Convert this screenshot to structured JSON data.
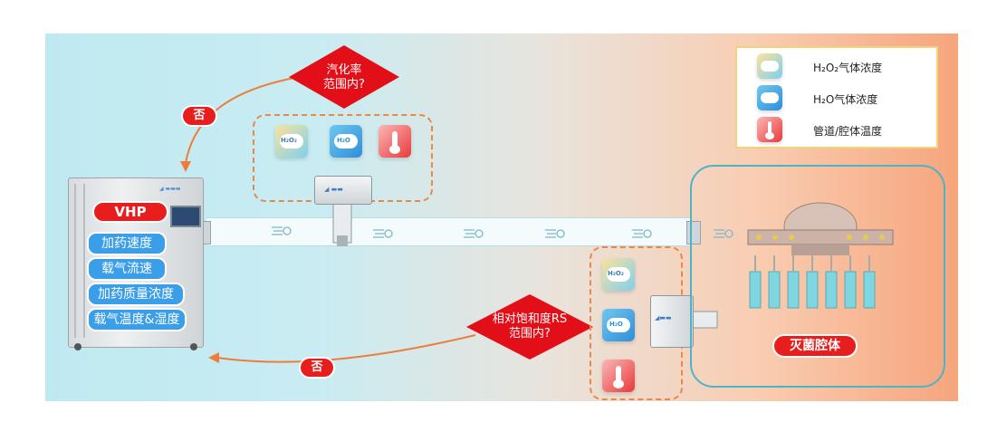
{
  "colors": {
    "accent_red": "#e81e1e",
    "pill_blue": "#3a9ee8",
    "dash_orange": "#e8894a",
    "pipe": "#f3fbfd",
    "chamber_border": "#4bb5c6"
  },
  "machine": {
    "title": "VHP",
    "params": [
      "加药速度",
      "载气流速",
      "加药质量浓度",
      "载气温度&湿度"
    ]
  },
  "decisions": {
    "top": {
      "line1": "汽化率",
      "line2": "范围内?",
      "no_label": "否"
    },
    "bottom": {
      "line1": "相对饱和度RS",
      "line2": "范围内?",
      "no_label": "否"
    }
  },
  "chamber": {
    "label": "灭菌腔体"
  },
  "legend": {
    "items": [
      {
        "icon": "h2o2-cloud-icon",
        "sym": "H₂O₂",
        "suffix": "气体浓度"
      },
      {
        "icon": "h2o-cloud-icon",
        "sym": "H₂O",
        "suffix": "气体浓度"
      },
      {
        "icon": "thermometer-icon",
        "sym": "",
        "suffix": "管道/腔体温度"
      }
    ]
  },
  "icon_text": {
    "h2o2": "H₂O₂",
    "h2o": "H₂O"
  }
}
